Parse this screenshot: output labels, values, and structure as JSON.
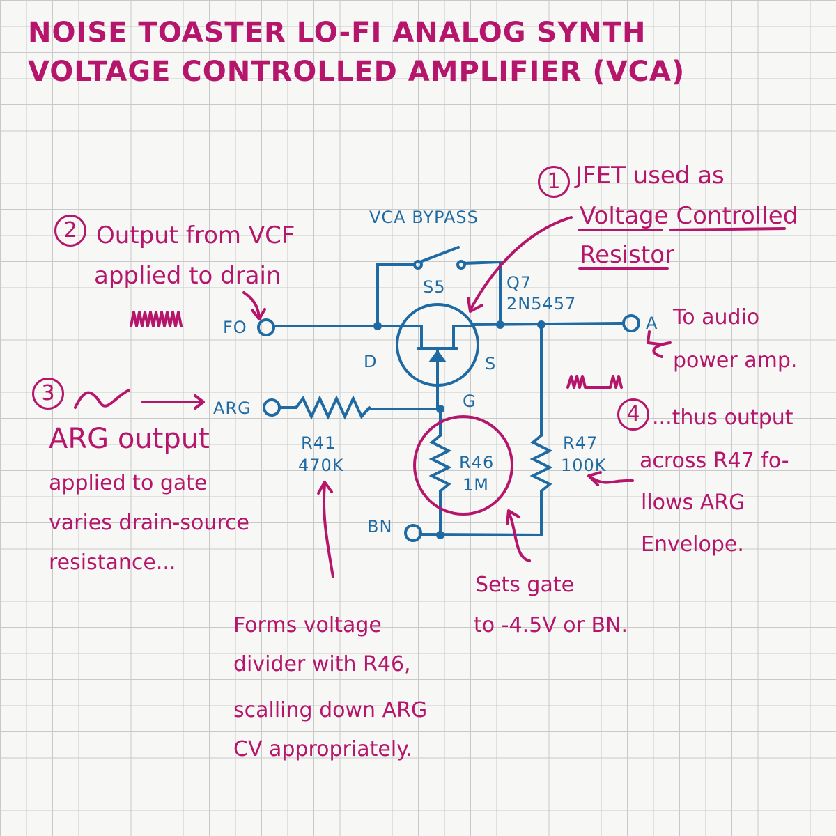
{
  "title": {
    "line1": "NOISE TOASTER LO-FI ANALOG SYNTH",
    "line2": "VOLTAGE CONTROLLED AMPLIFIER (VCA)"
  },
  "annotations": {
    "n1": {
      "number": "1",
      "lines": [
        "JFET used as",
        "Voltage Controlled",
        "Resistor"
      ]
    },
    "n2": {
      "number": "2",
      "lines": [
        "Output from VCF",
        "applied to drain"
      ]
    },
    "n3": {
      "number": "3",
      "lines": [
        "ARG output",
        "applied to gate",
        "varies drain-source",
        "resistance..."
      ]
    },
    "n4": {
      "number": "4",
      "lines": [
        "...thus output",
        "across R47 fo-",
        "llows ARG",
        "Envelope."
      ]
    },
    "r41_note": {
      "lines": [
        "Forms voltage",
        "divider with R46,",
        "scalling down ARG",
        "CV appropriately."
      ]
    },
    "r46_note": {
      "lines": [
        "Sets gate",
        "to -4.5V or BN."
      ]
    },
    "audio_note": {
      "lines": [
        "To audio",
        "power amp."
      ]
    }
  },
  "schematic": {
    "bypass_label": "VCA BYPASS",
    "switch": "S5",
    "transistor_ref": "Q7",
    "transistor_part": "2N5457",
    "drain": "D",
    "source": "S",
    "gate": "G",
    "input_fo": "FO",
    "input_arg": "ARG",
    "input_bn": "BN",
    "output_a": "A",
    "r41": {
      "ref": "R41",
      "value": "470K"
    },
    "r46": {
      "ref": "R46",
      "value": "1M"
    },
    "r47": {
      "ref": "R47",
      "value": "100K"
    }
  },
  "colors": {
    "notes": "#b5156b",
    "circuit": "#1f6aa3",
    "grid": "#c9c9c9"
  }
}
